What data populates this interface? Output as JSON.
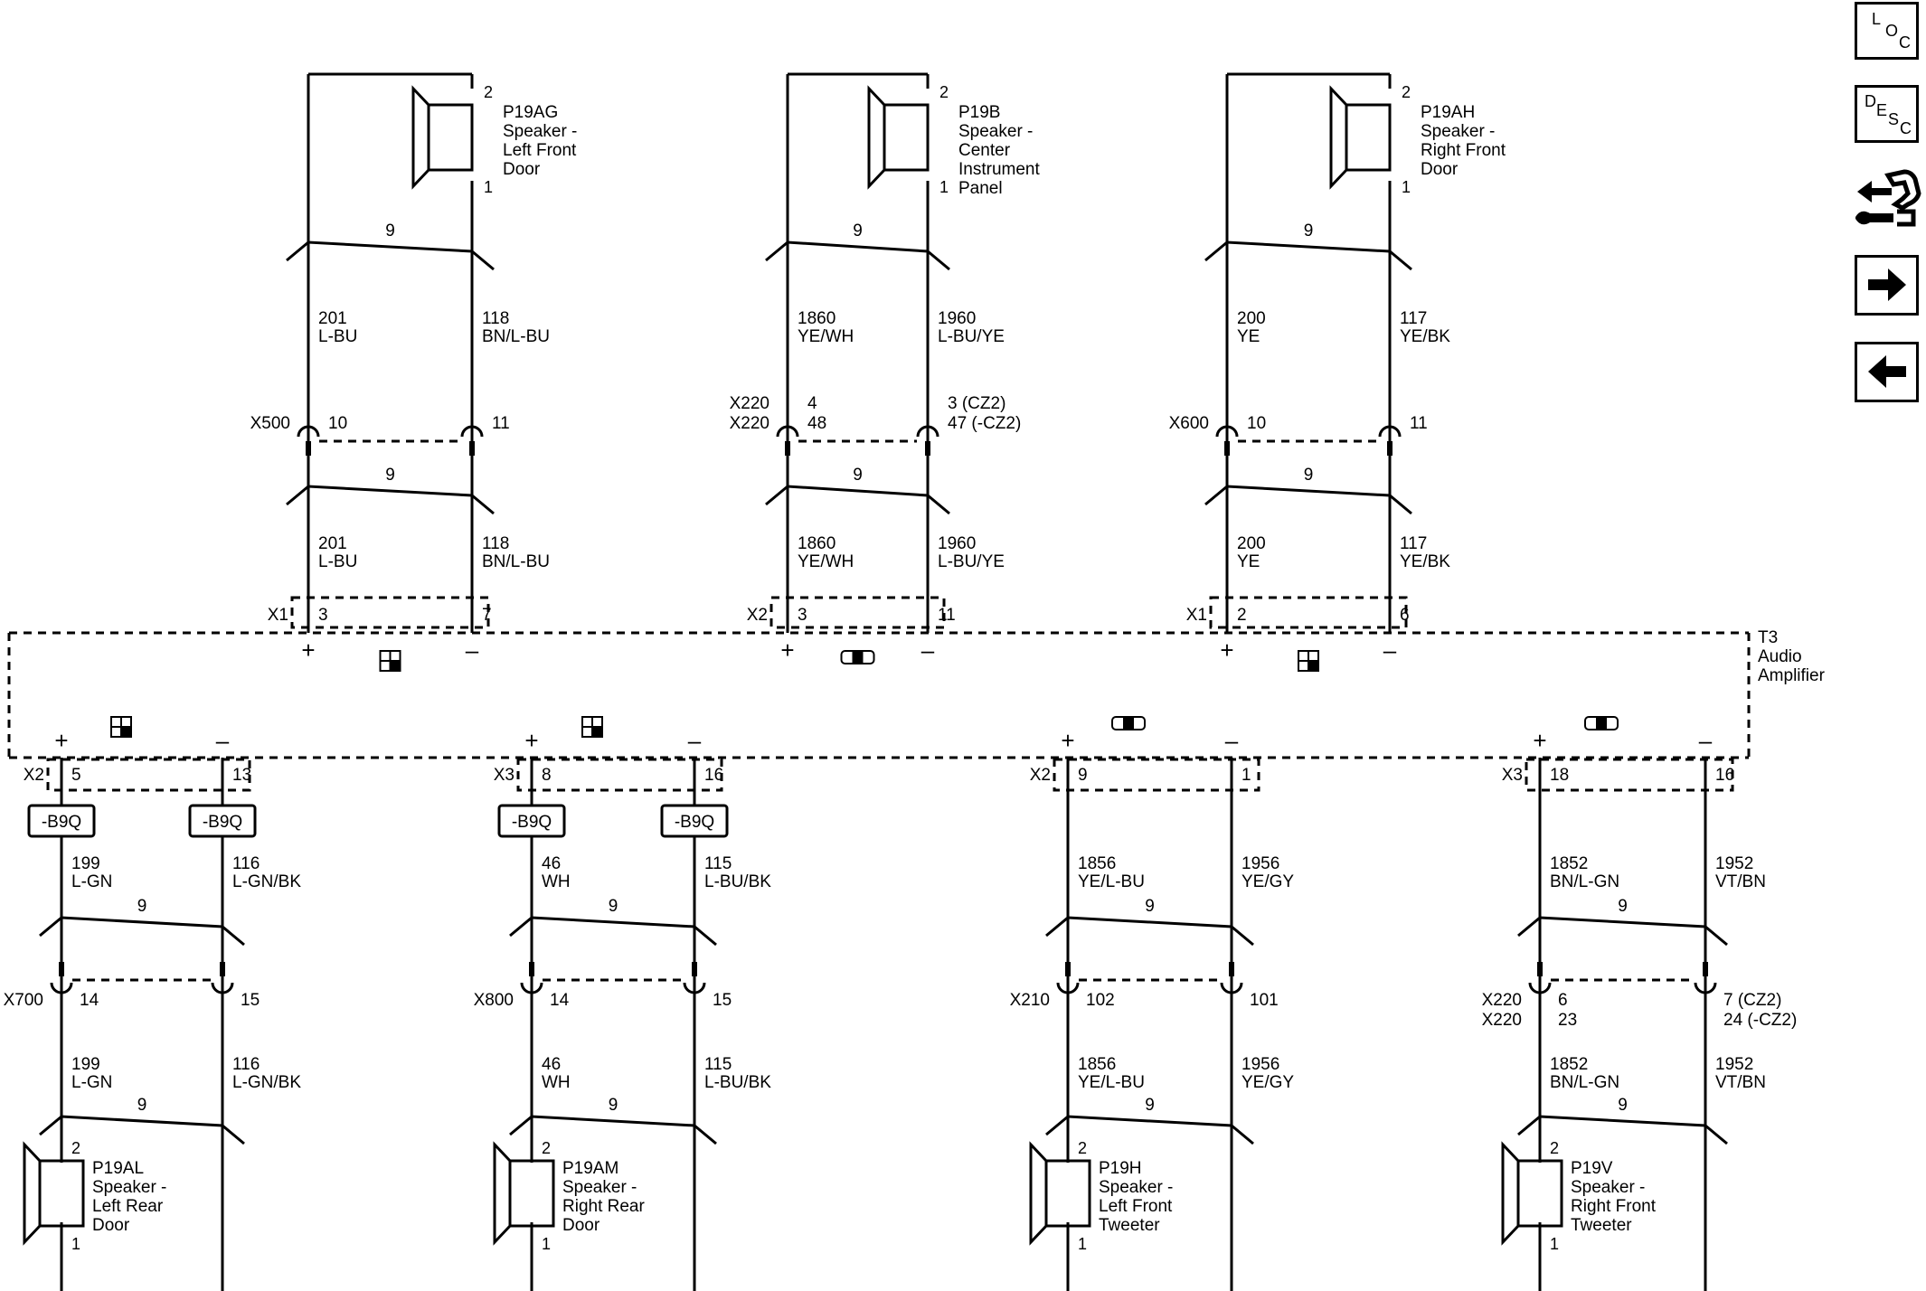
{
  "components": {
    "top": [
      {
        "ref": "P19AG",
        "l1": "Speaker -",
        "l2": "Left Front",
        "l3": "Door",
        "l4": ""
      },
      {
        "ref": "P19B",
        "l1": "Speaker -",
        "l2": "Center",
        "l3": "Instrument",
        "l4": "Panel"
      },
      {
        "ref": "P19AH",
        "l1": "Speaker -",
        "l2": "Right Front",
        "l3": "Door",
        "l4": ""
      }
    ],
    "bottom": [
      {
        "ref": "P19AL",
        "l1": "Speaker -",
        "l2": "Left Rear",
        "l3": "Door",
        "l4": ""
      },
      {
        "ref": "P19AM",
        "l1": "Speaker -",
        "l2": "Right Rear",
        "l3": "Door",
        "l4": ""
      },
      {
        "ref": "P19H",
        "l1": "Speaker -",
        "l2": "Left Front",
        "l3": "Tweeter",
        "l4": ""
      },
      {
        "ref": "P19V",
        "l1": "Speaker -",
        "l2": "Right Front",
        "l3": "Tweeter",
        "l4": ""
      }
    ],
    "amplifier": {
      "ref": "T3",
      "l1": "Audio",
      "l2": "Amplifier"
    }
  },
  "pins": {
    "p1": "1",
    "p2": "2"
  },
  "twist": "9",
  "plus": "+",
  "minus": "–",
  "option": "-B9Q",
  "top_circuits": [
    {
      "a_num": "201",
      "a_col": "L-BU",
      "b_num": "118",
      "b_col": "BN/L-BU",
      "conn1": "X500",
      "conn2": "",
      "pa1": "10",
      "pa2": "",
      "pb1": "11",
      "pb2": "",
      "amp_conn": "X1",
      "amp_a": "3",
      "amp_b": "7"
    },
    {
      "a_num": "1860",
      "a_col": "YE/WH",
      "b_num": "1960",
      "b_col": "L-BU/YE",
      "conn1": "X220",
      "conn2": "X220",
      "pa1": "48",
      "pa2": "4",
      "pb1": "47 (-CZ2)",
      "pb2": "3 (CZ2)",
      "amp_conn": "X2",
      "amp_a": "3",
      "amp_b": "11"
    },
    {
      "a_num": "200",
      "a_col": "YE",
      "b_num": "117",
      "b_col": "YE/BK",
      "conn1": "X600",
      "conn2": "",
      "pa1": "10",
      "pa2": "",
      "pb1": "11",
      "pb2": "",
      "amp_conn": "X1",
      "amp_a": "2",
      "amp_b": "6"
    }
  ],
  "bottom_circuits": [
    {
      "amp_conn": "X2",
      "amp_a": "5",
      "amp_b": "13",
      "a_num": "199",
      "a_col": "L-GN",
      "b_num": "116",
      "b_col": "L-GN/BK",
      "conn1": "X700",
      "conn2": "",
      "pa1": "14",
      "pa2": "",
      "pb1": "15",
      "pb2": "",
      "option": true
    },
    {
      "amp_conn": "X3",
      "amp_a": "8",
      "amp_b": "16",
      "a_num": "46",
      "a_col": "WH",
      "b_num": "115",
      "b_col": "L-BU/BK",
      "conn1": "X800",
      "conn2": "",
      "pa1": "14",
      "pa2": "",
      "pb1": "15",
      "pb2": "",
      "option": true
    },
    {
      "amp_conn": "X2",
      "amp_a": "9",
      "amp_b": "1",
      "a_num": "1856",
      "a_col": "YE/L-BU",
      "b_num": "1956",
      "b_col": "YE/GY",
      "conn1": "X210",
      "conn2": "",
      "pa1": "102",
      "pa2": "",
      "pb1": "101",
      "pb2": "",
      "option": false
    },
    {
      "amp_conn": "X3",
      "amp_a": "18",
      "amp_b": "16",
      "a_num": "1852",
      "a_col": "BN/L-GN",
      "b_num": "1952",
      "b_col": "VT/BN",
      "conn1": "X220",
      "conn2": "X220",
      "pa1": "6",
      "pa2": "23",
      "pb1": "7 (CZ2)",
      "pb2": "24 (-CZ2)",
      "option": false
    }
  ],
  "nav": {
    "loc": {
      "a": "L",
      "b": "O",
      "c": "C"
    },
    "desc": {
      "a": "D",
      "b": "E",
      "c": "S",
      "d": "C"
    }
  }
}
